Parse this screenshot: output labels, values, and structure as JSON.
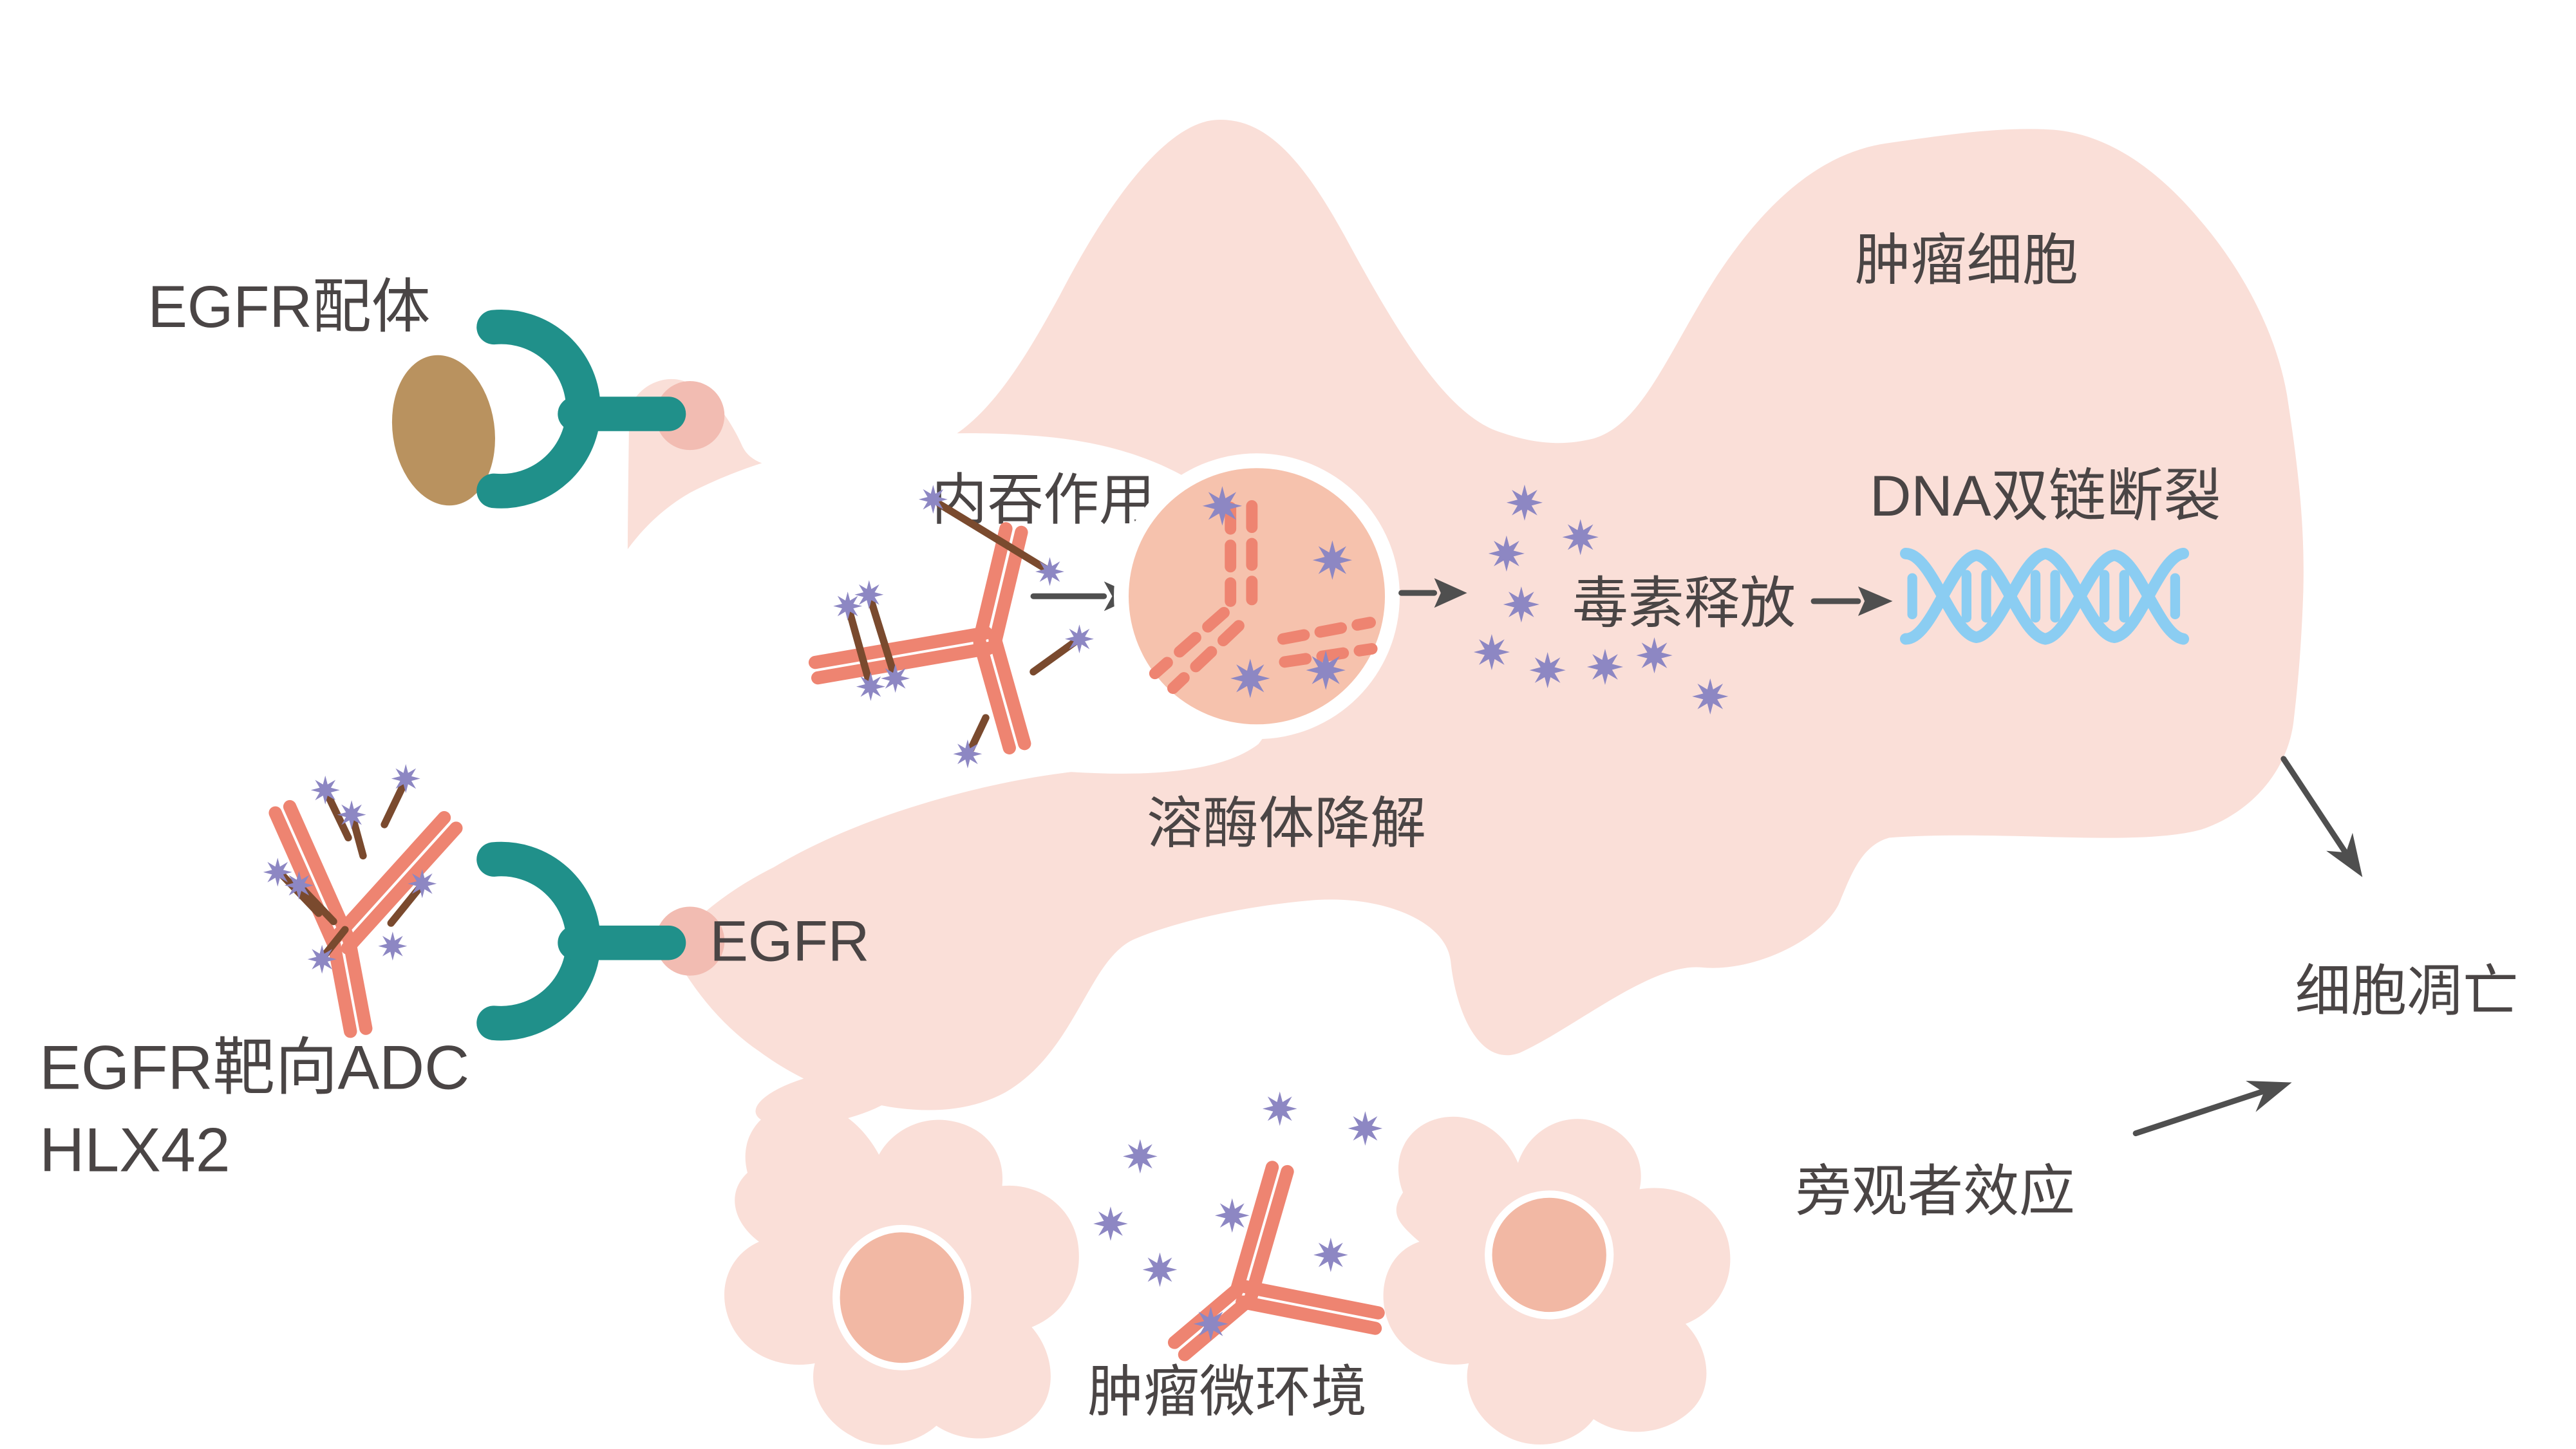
{
  "labels": {
    "egfr_ligand": "EGFR配体",
    "tumor_cell": "肿瘤细胞",
    "endocytosis": "内吞作用",
    "lysosome_degradation": "溶酶体降解",
    "toxin_release": "毒素释放",
    "dna_break": "DNA双链断裂",
    "apoptosis": "细胞凋亡",
    "bystander_effect": "旁观者效应",
    "adc_line1": "EGFR靶向ADC",
    "adc_line2": "HLX42",
    "egfr": "EGFR",
    "tumor_microenvironment": "肿瘤微环境"
  },
  "icons": {
    "toxin": "8-point-star",
    "antibody": "y-shaped-double-bar",
    "receptor": "c-fork",
    "ligand": "oval",
    "lysosome": "circle-with-dashed-fragments",
    "dna": "double-helix",
    "arrow": "straight-arrow"
  },
  "colors": {
    "background": "#ffffff",
    "tumor_cell_pink": "#fadfd8",
    "lysosome_pink": "#f6c2ad",
    "nucleus_pink": "#f2b8a4",
    "membrane_dot_pink": "#f2bcb2",
    "receptor_teal": "#20908a",
    "ligand_tan": "#b9925f",
    "antibody_salmon": "#ee8471",
    "linker_brown": "#7a4a2e",
    "toxin_purple": "#8d87c3",
    "dna_blue": "#8bcdf2",
    "text_dark": "#4a4545",
    "arrow_gray": "#4f4f4f"
  }
}
